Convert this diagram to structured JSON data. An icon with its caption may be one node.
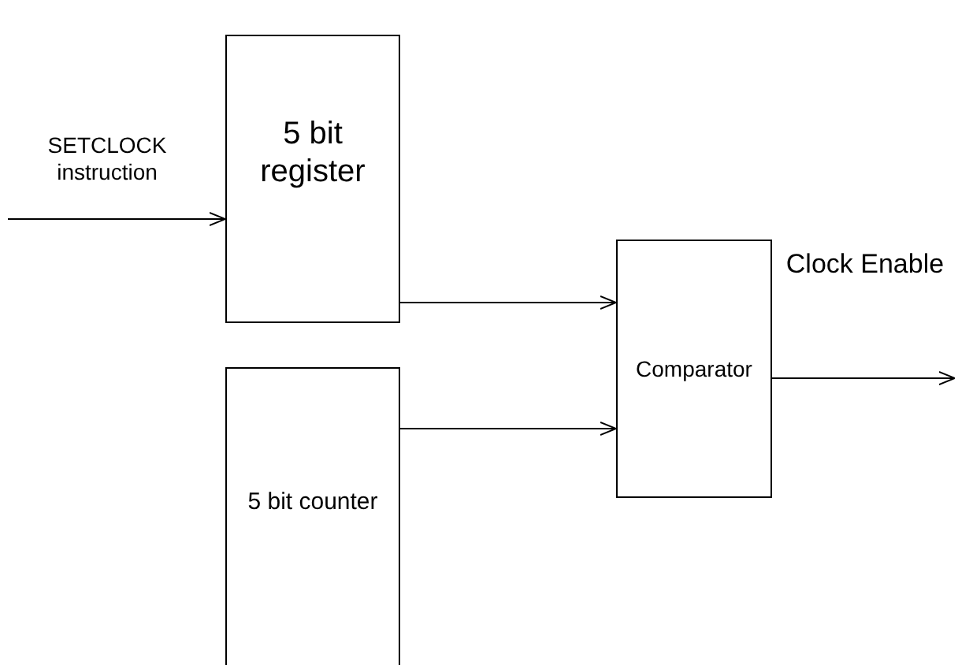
{
  "diagram": {
    "nodes": [
      {
        "text": [
          "5 bit register"
        ]
      },
      {
        "text": [
          "5 bit counter"
        ]
      },
      {
        "text": [
          "Comparator"
        ]
      }
    ],
    "edges": [
      {
        "from": null,
        "to": 0,
        "arrow": "to",
        "label": "SETCLOCK instruction"
      },
      {
        "from": 0,
        "to": 2,
        "arrow": "to"
      },
      {
        "from": 1,
        "to": 2,
        "arrow": "to"
      },
      {
        "from": 2,
        "to": null,
        "arrow": "to",
        "label": "Clock Enable"
      }
    ]
  }
}
